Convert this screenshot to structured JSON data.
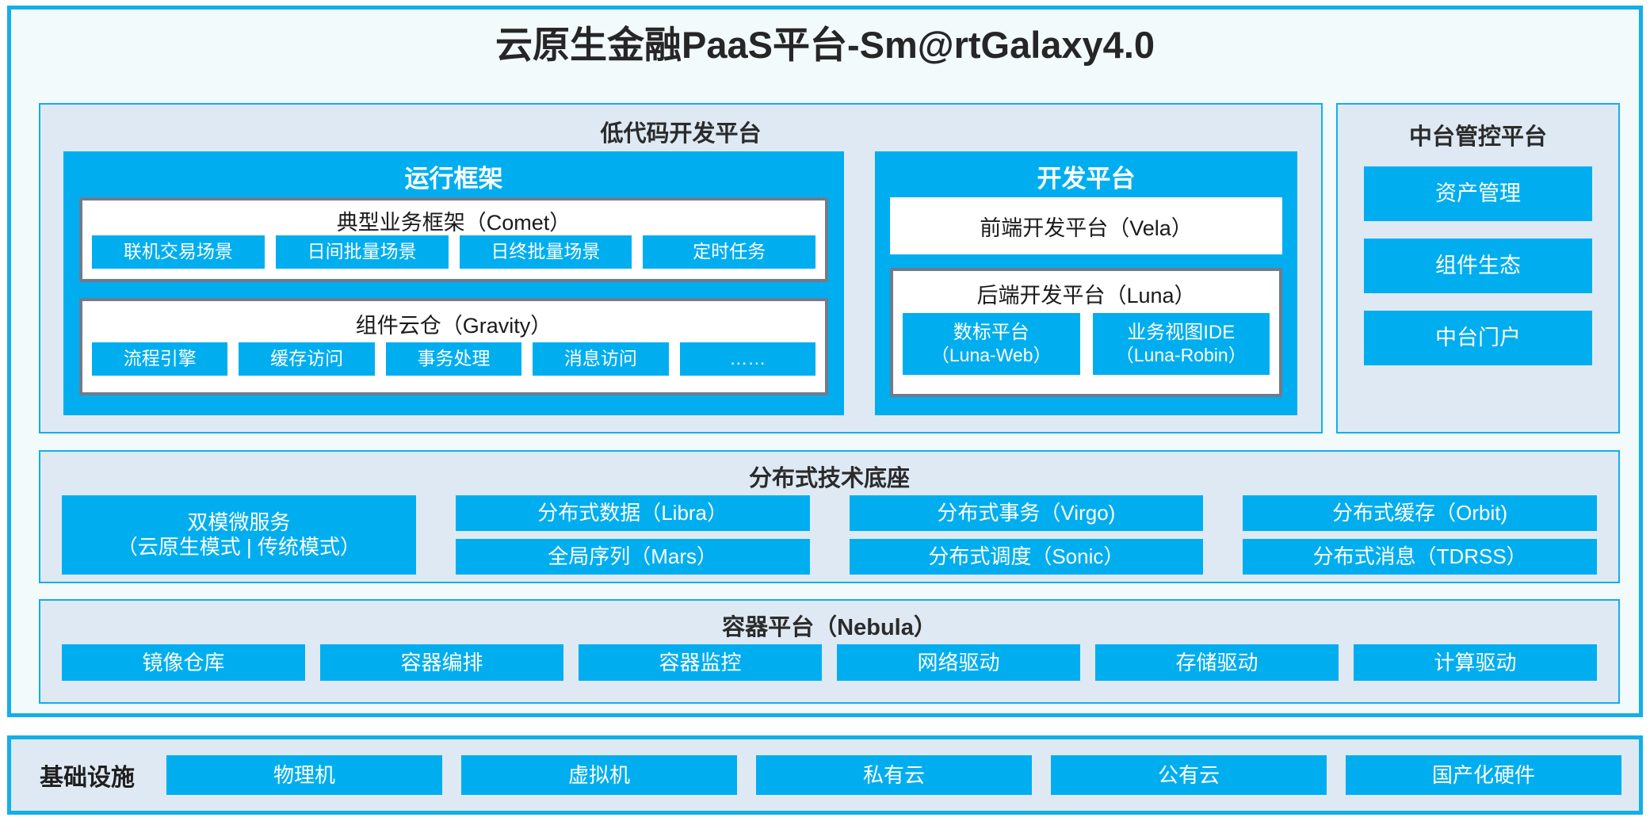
{
  "title": "云原生金融PaaS平台-Sm@rtGalaxy4.0",
  "colors": {
    "accent_blue": "#00AEEF",
    "panel_bg": "#DEE9F3",
    "card_bg": "#F2FAFC",
    "frame_border": "#12AFEA",
    "group_border": "#707B8C",
    "text_dark": "#262626",
    "text_light": "#FFFFFF"
  },
  "lowcode": {
    "title": "低代码开发平台",
    "runtime": {
      "title": "运行框架",
      "comet": {
        "title": "典型业务框架（Comet）",
        "items": [
          "联机交易场景",
          "日间批量场景",
          "日终批量场景",
          "定时任务"
        ]
      },
      "gravity": {
        "title": "组件云仓（Gravity）",
        "items": [
          "流程引擎",
          "缓存访问",
          "事务处理",
          "消息访问",
          "……"
        ]
      }
    },
    "devplat": {
      "title": "开发平台",
      "vela": "前端开发平台（Vela）",
      "luna": {
        "title": "后端开发平台（Luna）",
        "items": [
          {
            "name": "数标平台",
            "sub": "（Luna-Web）"
          },
          {
            "name": "业务视图IDE",
            "sub": "（Luna-Robin）"
          }
        ]
      }
    }
  },
  "midoffice": {
    "title": "中台管控平台",
    "items": [
      "资产管理",
      "组件生态",
      "中台门户"
    ]
  },
  "dtb": {
    "title": "分布式技术底座",
    "columns": [
      {
        "tall": true,
        "items": [
          {
            "name": "双模微服务",
            "sub": "（云原生模式 | 传统模式）"
          }
        ]
      },
      {
        "tall": false,
        "items": [
          {
            "name": "分布式数据（Libra）"
          },
          {
            "name": "全局序列（Mars）"
          }
        ]
      },
      {
        "tall": false,
        "items": [
          {
            "name": "分布式事务（Virgo)"
          },
          {
            "name": "分布式调度（Sonic）"
          }
        ]
      },
      {
        "tall": false,
        "items": [
          {
            "name": "分布式缓存（Orbit)"
          },
          {
            "name": "分布式消息（TDRSS）"
          }
        ]
      }
    ]
  },
  "nebula": {
    "title": "容器平台（Nebula）",
    "items": [
      "镜像仓库",
      "容器编排",
      "容器监控",
      "网络驱动",
      "存储驱动",
      "计算驱动"
    ]
  },
  "infrastructure": {
    "label": "基础设施",
    "items": [
      "物理机",
      "虚拟机",
      "私有云",
      "公有云",
      "国产化硬件"
    ]
  }
}
